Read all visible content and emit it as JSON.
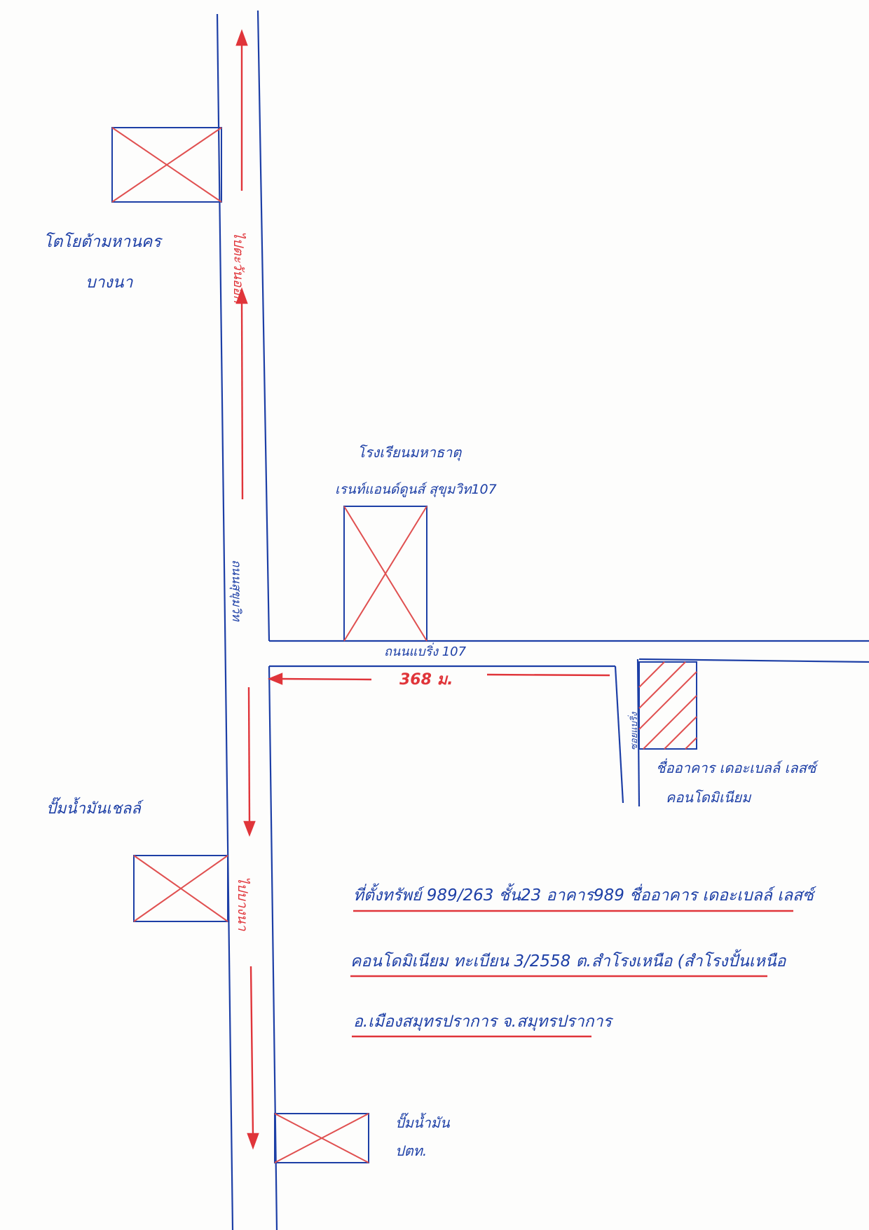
{
  "colors": {
    "road": "#1d3fa6",
    "arrow": "#e0353a",
    "cross": "#e05050",
    "paper": "#fdfdfc"
  },
  "labels": {
    "toyota": [
      "โตโยต้ามหานคร",
      "บางนา"
    ],
    "to_east": "ไปตะวันออก",
    "school": [
      "โรงเรียนมหาธาตุ",
      "เรนท์แอนด์ดูนส์ สุขุมวิท107"
    ],
    "main_road": "ถนนสุขุมวิท",
    "soi": "ถนนแบริ่ง 107",
    "distance": "368 ม.",
    "small_soi": "ซอยแบริ่ง",
    "condo": [
      "ชื่ออาคาร เดอะเบลล์ เลสซ์",
      "คอนโดมิเนียม"
    ],
    "gas_station_1": "ปั๊มน้ำมันเชลล์",
    "to_west": "ไปบางนา",
    "gas_station_2": [
      "ปั๊มน้ำมัน",
      "ปตท."
    ]
  },
  "address": {
    "line1": "ที่ตั้งทรัพย์ 989/263 ชั้น23 อาคาร989 ชื่ออาคาร เดอะเบลล์ เลสซ์",
    "line2": "คอนโดมิเนียม ทะเบียน 3/2558 ต.สำโรงเหนือ (สำโรงปั้นเหนือ",
    "line3": "อ.เมืองสมุทรปราการ จ.สมุทรปราการ"
  }
}
